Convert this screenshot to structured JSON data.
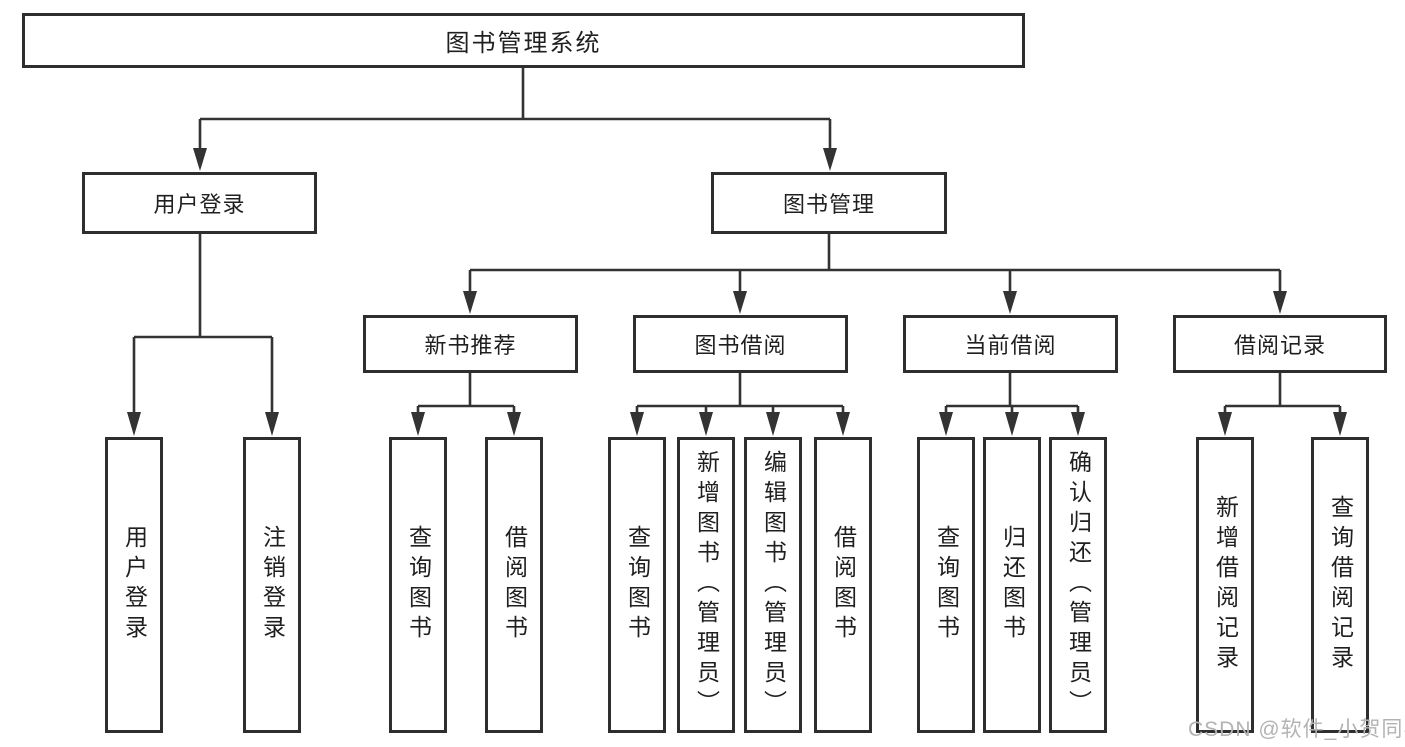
{
  "nodes": {
    "root": "图书管理系统",
    "user_login": "用户登录",
    "book_management": "图书管理",
    "new_book_recommend": "新书推荐",
    "book_borrow": "图书借阅",
    "current_borrow": "当前借阅",
    "borrow_record": "借阅记录",
    "leaf_user_login": "用户登录",
    "leaf_logout": "注销登录",
    "leaf_rec_query_book": "查询图书",
    "leaf_rec_borrow_book": "借阅图书",
    "leaf_bb_query_book": "查询图书",
    "leaf_bb_add_book": "新增图书（管理员）",
    "leaf_bb_edit_book": "编辑图书（管理员）",
    "leaf_bb_borrow_book": "借阅图书",
    "leaf_cb_query_book": "查询图书",
    "leaf_cb_return_book": "归还图书",
    "leaf_cb_confirm_return": "确认归还（管理员）",
    "leaf_br_add_record": "新增借阅记录",
    "leaf_br_query_record": "查询借阅记录"
  },
  "watermark": "CSDN @软件_小贺同学",
  "colors": {
    "line": "#333333",
    "box_border": "#2e2e2e",
    "text": "#1f1f1f",
    "watermark": "#b3b3b3",
    "background": "#ffffff"
  }
}
